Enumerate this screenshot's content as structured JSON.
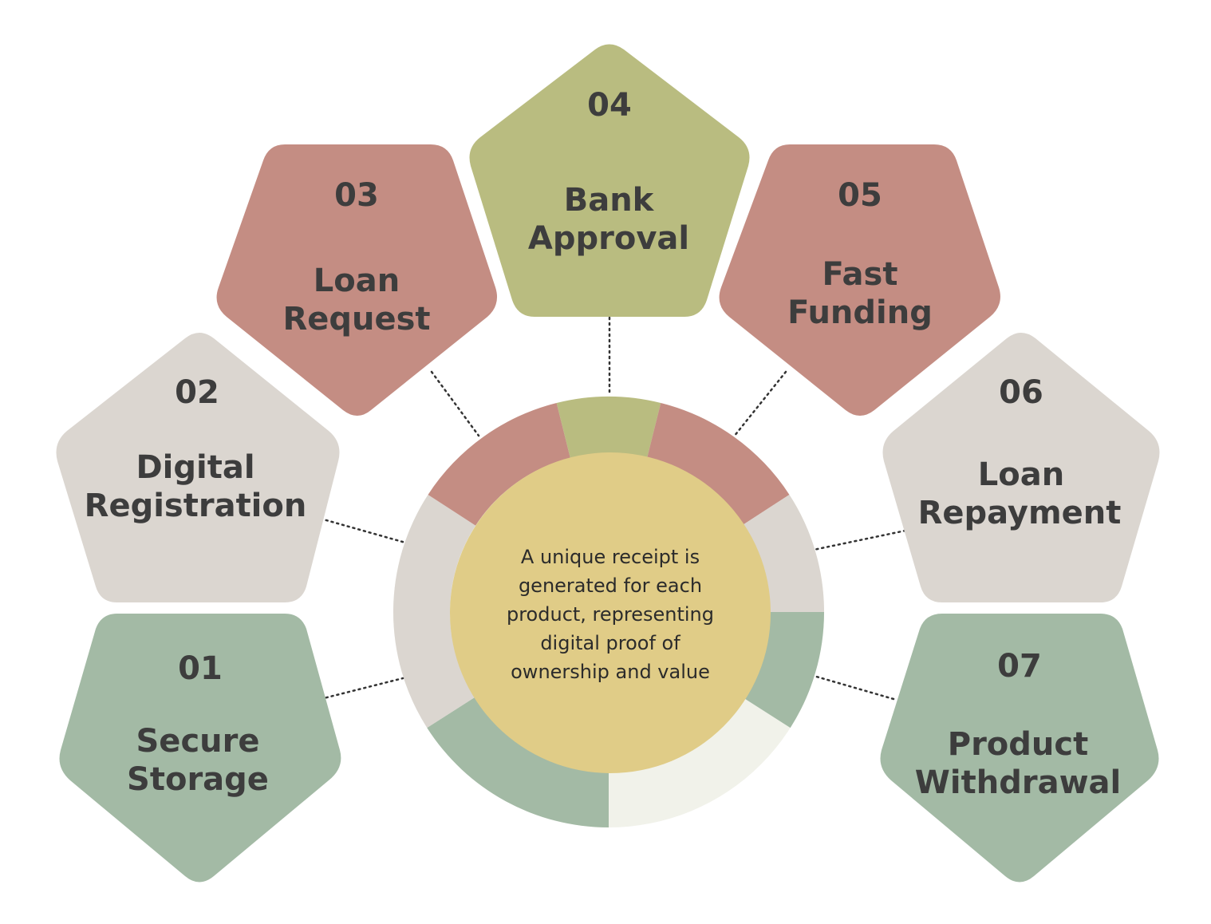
{
  "colors": {
    "green": "#a3baa5",
    "beige": "#dbd6d0",
    "rose": "#c48d83",
    "olive": "#b9bc80",
    "yellow": "#e0cc87",
    "cream": "#f1f2ea",
    "text": "#3d3d3d"
  },
  "center": {
    "lines": [
      "A unique receipt is",
      "generated for each",
      "product, representing",
      "digital proof of",
      "ownership and value"
    ]
  },
  "steps": [
    {
      "number": "01",
      "label_lines": [
        "Secure",
        "Storage"
      ],
      "color": "#a3baa5"
    },
    {
      "number": "02",
      "label_lines": [
        "Digital",
        "Registration"
      ],
      "color": "#dbd6d0"
    },
    {
      "number": "03",
      "label_lines": [
        "Loan",
        "Request"
      ],
      "color": "#c48d83"
    },
    {
      "number": "04",
      "label_lines": [
        "Bank",
        "Approval"
      ],
      "color": "#b9bc80"
    },
    {
      "number": "05",
      "label_lines": [
        "Fast",
        "Funding"
      ],
      "color": "#c48d83"
    },
    {
      "number": "06",
      "label_lines": [
        "Loan",
        "Repayment"
      ],
      "color": "#dbd6d0"
    },
    {
      "number": "07",
      "label_lines": [
        "Product",
        "Withdrawal"
      ],
      "color": "#a3baa5"
    }
  ]
}
